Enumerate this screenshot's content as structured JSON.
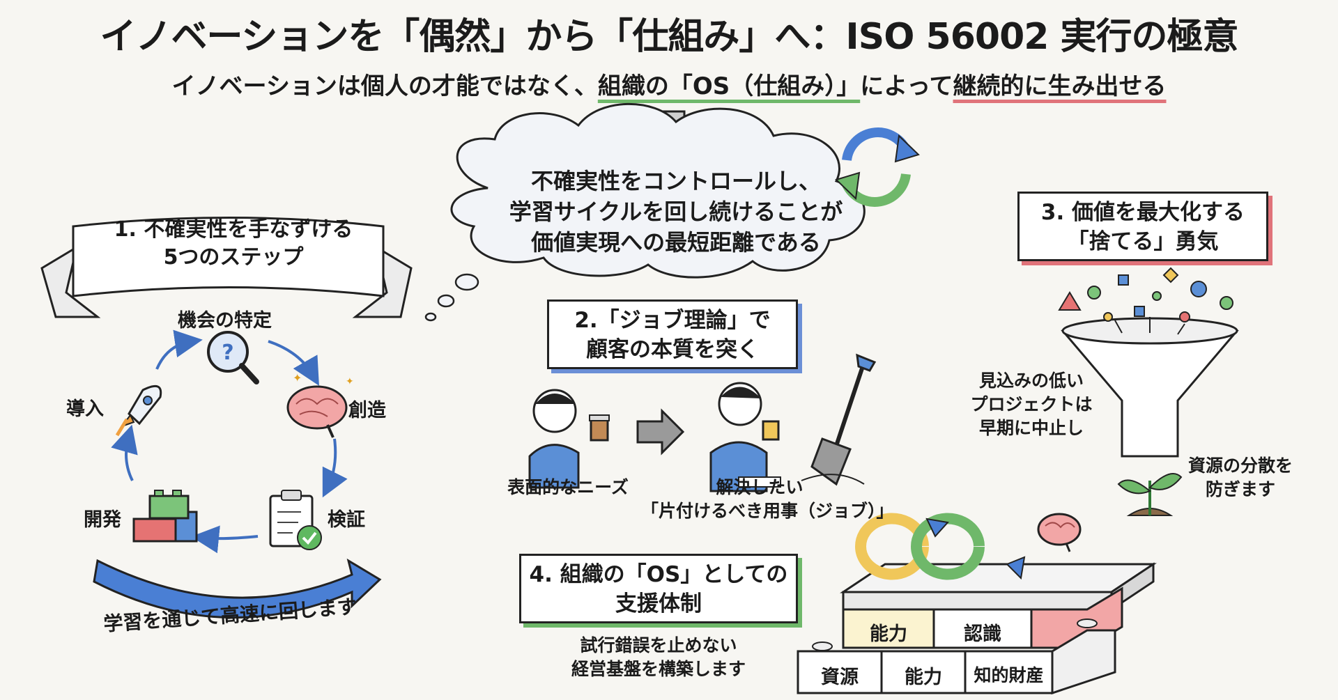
{
  "header": {
    "title": "イノベーションを「偶然」から「仕組み」へ：ISO 56002 実行の極意",
    "subtitle_part1": "イノベーションは個人の才能ではなく、",
    "subtitle_part2": "組織の「OS（仕組み）」",
    "subtitle_part3": "によって",
    "subtitle_part4": "継続的に生み出せる"
  },
  "cloud": {
    "line1": "不確実性をコントロールし、",
    "line2": "学習サイクルを回し続けることが",
    "line3": "価値実現への最短距離である"
  },
  "section1": {
    "title_line1": "1. 不確実性を手なずける",
    "title_line2": "5つのステップ",
    "steps": {
      "identify": "機会の特定",
      "create": "創造",
      "verify": "検証",
      "develop": "開発",
      "introduce": "導入"
    },
    "loop_caption": "学習を通じて高速に回します"
  },
  "section2": {
    "title_line1": "2.「ジョブ理論」で",
    "title_line2": "顧客の本質を突く",
    "surface_needs": "表面的なニーズ",
    "job_line1": "解決したい",
    "job_line2": "「片付けるべき用事（ジョブ）」"
  },
  "section3": {
    "title_line1": "3. 価値を最大化する",
    "title_line2": "「捨てる」勇気",
    "stop_line1": "見込みの低い",
    "stop_line2": "プロジェクトは",
    "stop_line3": "早期に中止し",
    "prevent_line1": "資源の分散を",
    "prevent_line2": "防ぎます"
  },
  "section4": {
    "title_line1": "4. 組織の「OS」としての",
    "title_line2": "支援体制",
    "caption_line1": "試行錯誤を止めない",
    "caption_line2": "経営基盤を構築します",
    "bricks": {
      "top_left": "能力",
      "top_right": "認識",
      "bottom_left": "資源",
      "bottom_mid": "能力",
      "bottom_right": "知的財産"
    }
  },
  "colors": {
    "green": "#6fb86a",
    "red": "#e0737a",
    "blue": "#4a7fd4",
    "yellow": "#f0c75a"
  }
}
